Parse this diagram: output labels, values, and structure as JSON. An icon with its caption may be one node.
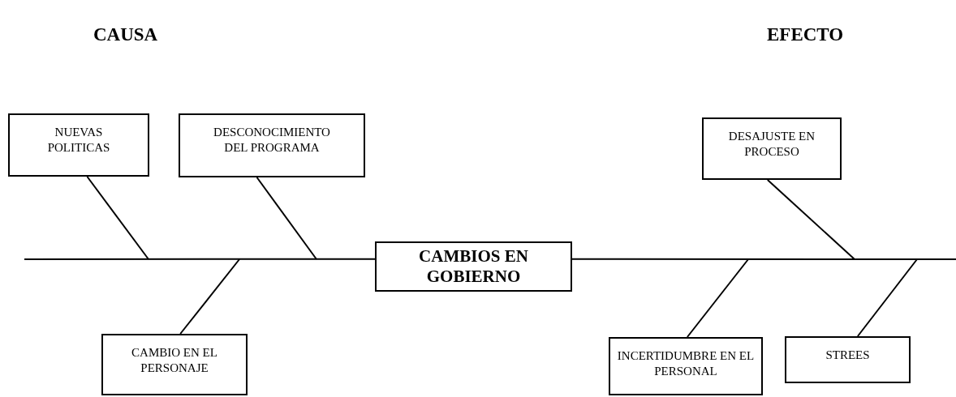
{
  "diagram": {
    "nodes": [
      {
        "text": [
          "NUEVAS POLITICAS"
        ]
      },
      {
        "text": [
          "DESCONOCIMIENTO DEL PROGRAMA"
        ]
      },
      {
        "text": [
          "DESAJUSTE EN PROCESO"
        ]
      },
      {
        "text": [
          "CAMBIOS EN GOBIERNO"
        ]
      },
      {
        "text": [
          "CAMBIO EN EL PERSONAJE"
        ]
      },
      {
        "text": [
          "INCERTIDUMBRE EN EL PERSONAL"
        ]
      },
      {
        "text": [
          "STREES"
        ]
      }
    ],
    "edges": [
      {
        "from": 0,
        "to": null,
        "arrow": "none"
      },
      {
        "from": 1,
        "to": null,
        "arrow": "none"
      },
      {
        "from": 2,
        "to": null,
        "arrow": "none"
      },
      {
        "from": null,
        "to": 3,
        "arrow": "none"
      },
      {
        "from": 3,
        "to": null,
        "arrow": "none"
      },
      {
        "from": 4,
        "to": null,
        "arrow": "none"
      },
      {
        "from": 5,
        "to": null,
        "arrow": "none"
      },
      {
        "from": 6,
        "to": null,
        "arrow": "none"
      }
    ],
    "labels": [
      "CAUSA",
      "EFECTO"
    ]
  }
}
